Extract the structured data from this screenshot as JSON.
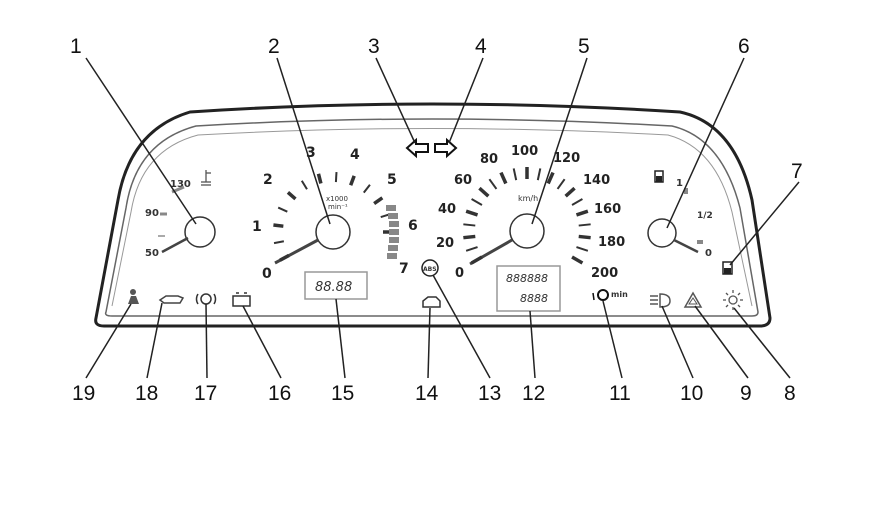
{
  "callouts": [
    "1",
    "2",
    "3",
    "4",
    "5",
    "6",
    "7",
    "8",
    "9",
    "10",
    "11",
    "12",
    "13",
    "14",
    "15",
    "16",
    "17",
    "18",
    "19"
  ],
  "temp_gauge": {
    "labels": [
      "130",
      "90",
      "50"
    ]
  },
  "tachometer": {
    "labels": [
      "0",
      "1",
      "2",
      "3",
      "4",
      "5",
      "6",
      "7"
    ],
    "unit": "x1000\nmin⁻¹"
  },
  "speedometer": {
    "labels": [
      "0",
      "20",
      "40",
      "60",
      "80",
      "100",
      "120",
      "140",
      "160",
      "180",
      "200"
    ],
    "unit": "km/h"
  },
  "fuel_gauge": {
    "labels": [
      "1",
      "1/2",
      "0"
    ]
  },
  "lamps": {
    "seatbelt": "seatbelt-warning-icon",
    "oil": "oil-pressure-icon",
    "brake": "brake-warning-icon",
    "battery": "battery-charge-icon",
    "clock_display": "88.88",
    "check_engine": "check-engine-icon",
    "abs": "ABS",
    "odometer_total": "888888",
    "odometer_trip": "8888",
    "choke": "min",
    "high_beam": "high-beam-icon",
    "hazard": "hazard-icon",
    "sidelights": "sidelights-icon",
    "low_fuel": "low-fuel-icon"
  }
}
